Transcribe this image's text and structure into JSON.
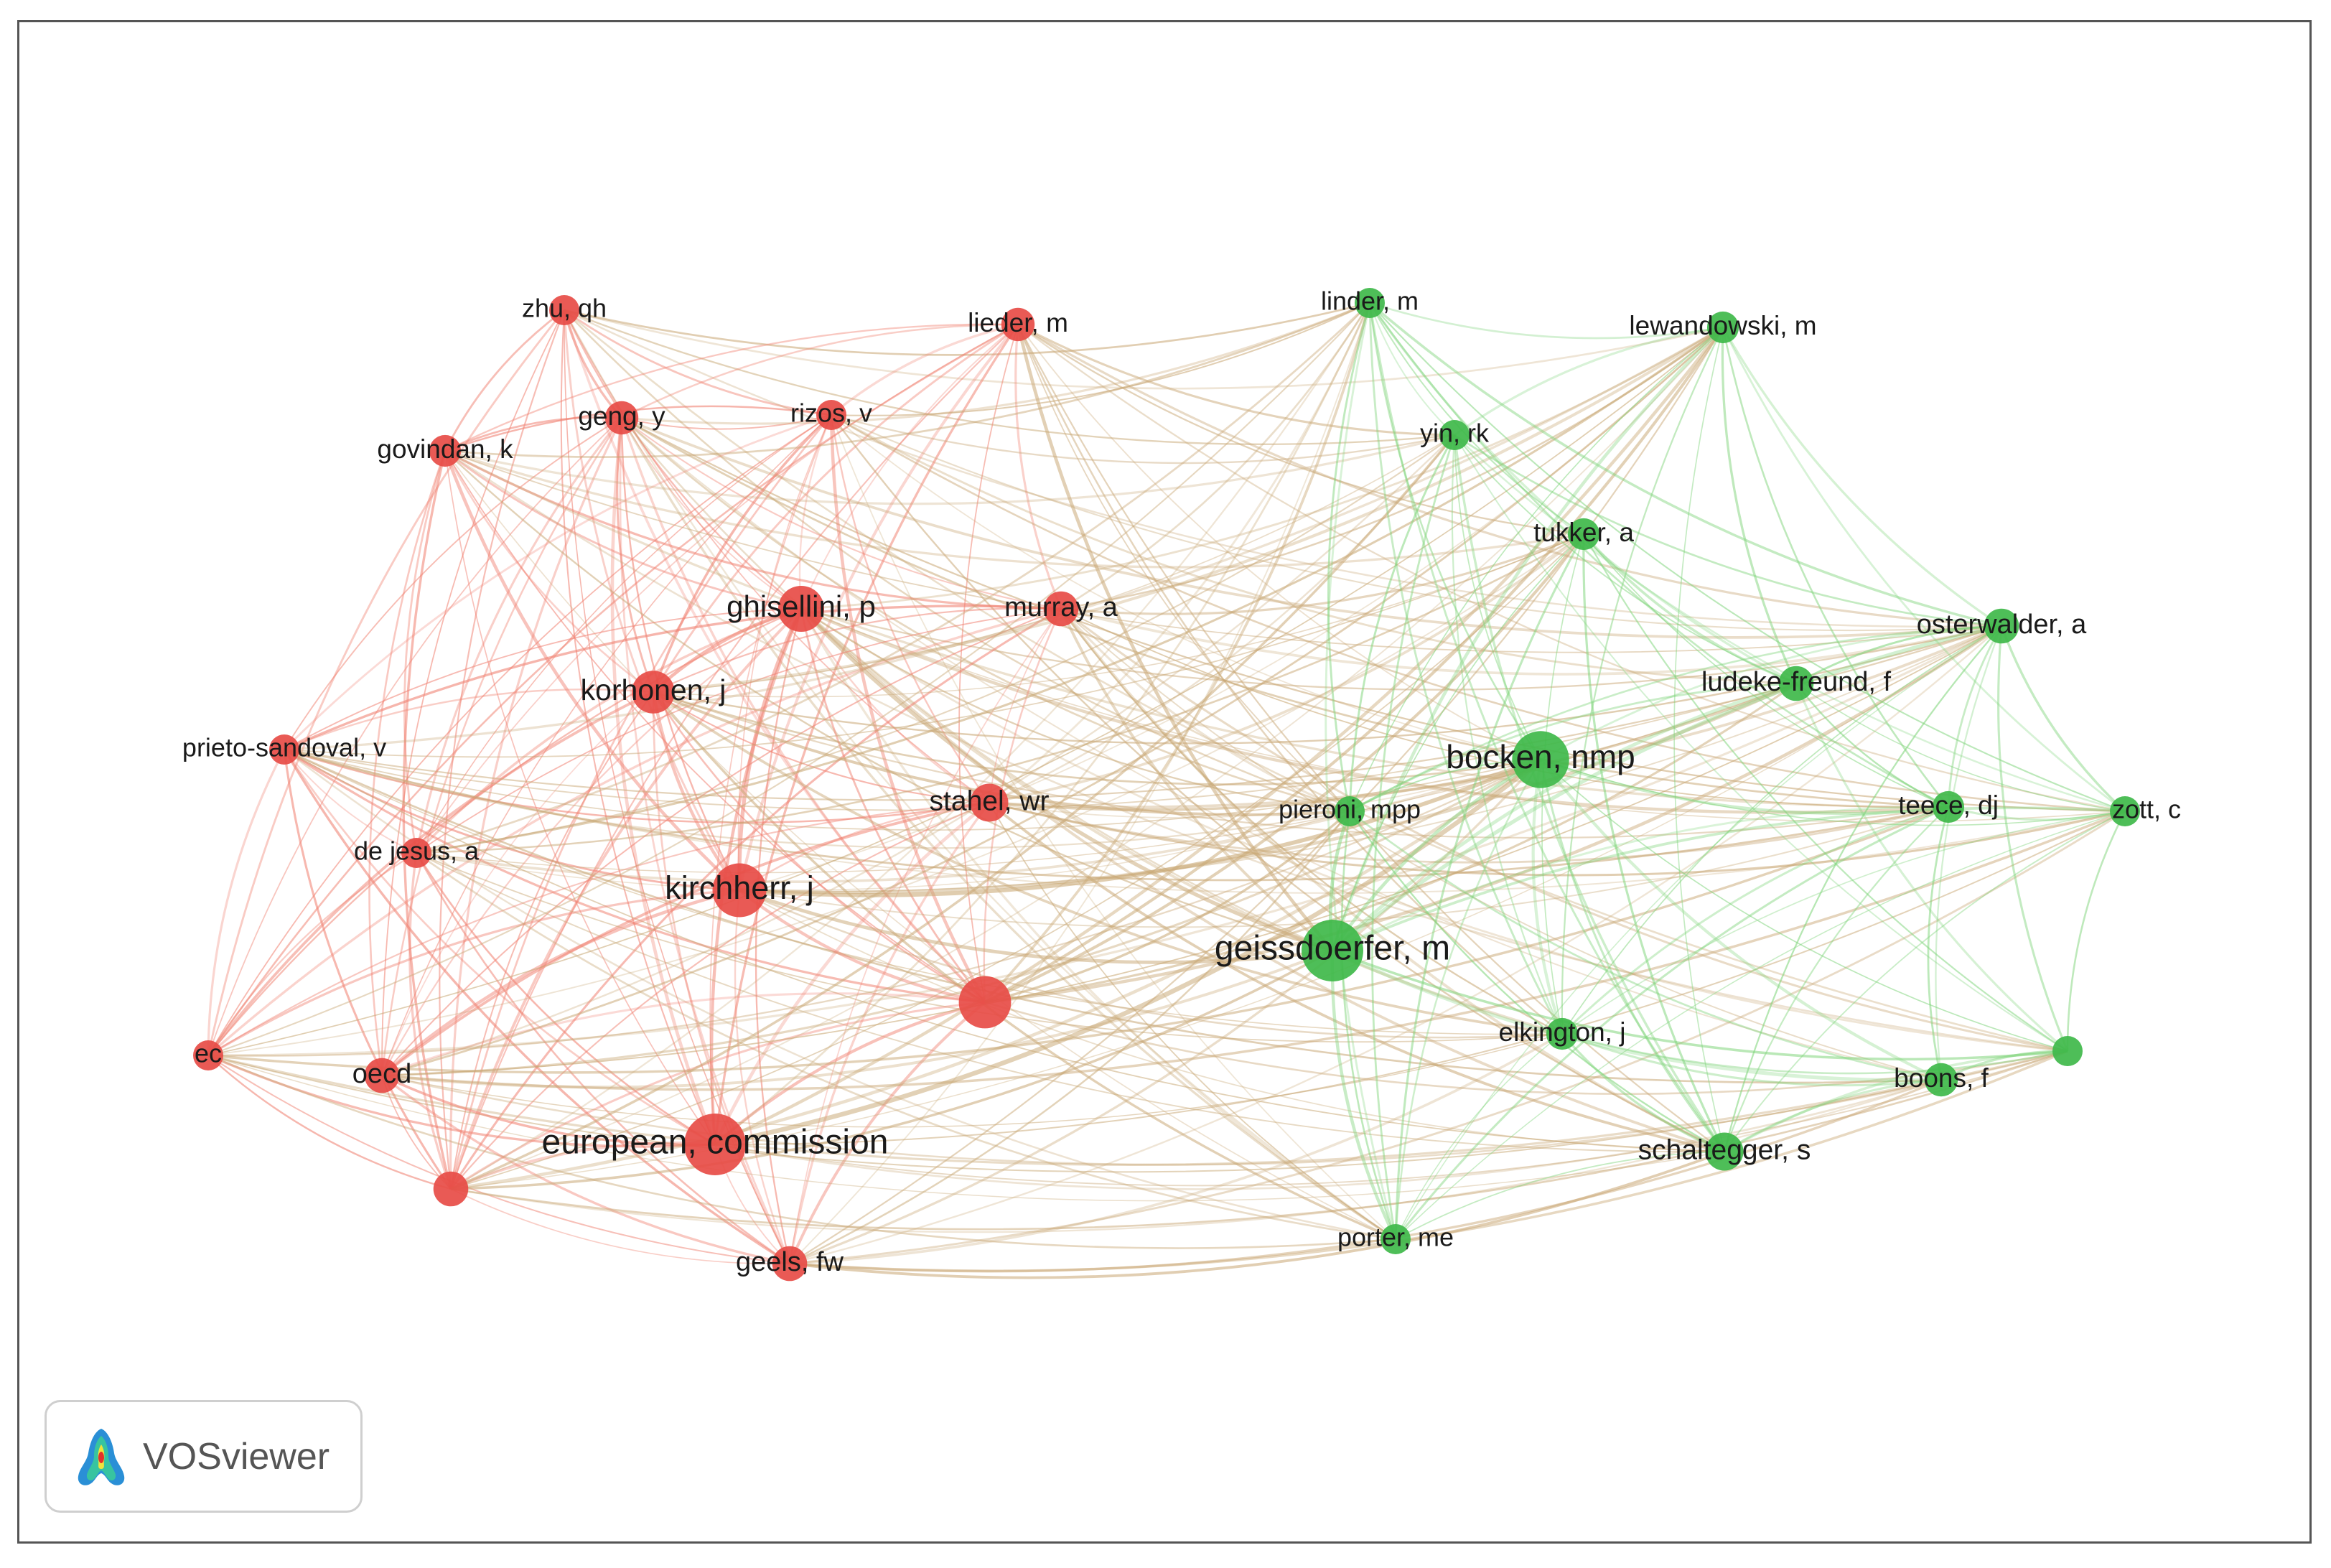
{
  "logo": {
    "text": "VOSviewer",
    "icon": "vosviewer-logo-icon"
  },
  "colors": {
    "cluster_red": "#e74c46",
    "cluster_green": "#3fb84a",
    "edge_red": "#f08070",
    "edge_green": "#7fd47a",
    "edge_mixed": "#c9a876"
  },
  "nodes": [
    {
      "id": "zhu",
      "label": "zhu, qh",
      "cluster": "red",
      "weight": 1
    },
    {
      "id": "lieder",
      "label": "lieder, m",
      "cluster": "red",
      "weight": 1.2
    },
    {
      "id": "geng",
      "label": "geng, y",
      "cluster": "red",
      "weight": 1.2
    },
    {
      "id": "rizos",
      "label": "rizos, v",
      "cluster": "red",
      "weight": 1
    },
    {
      "id": "govindan",
      "label": "govindan, k",
      "cluster": "red",
      "weight": 1.1
    },
    {
      "id": "ghisellini",
      "label": "ghisellini, p",
      "cluster": "red",
      "weight": 2
    },
    {
      "id": "murray",
      "label": "murray, a",
      "cluster": "red",
      "weight": 1.3
    },
    {
      "id": "korhonen",
      "label": "korhonen, j",
      "cluster": "red",
      "weight": 1.8
    },
    {
      "id": "prieto",
      "label": "prieto-sandoval, v",
      "cluster": "red",
      "weight": 1
    },
    {
      "id": "stahel",
      "label": "stahel, wr",
      "cluster": "red",
      "weight": 1.5
    },
    {
      "id": "dejesus",
      "label": "de jesus, a",
      "cluster": "red",
      "weight": 1
    },
    {
      "id": "kirchherr",
      "label": "kirchherr, j",
      "cluster": "red",
      "weight": 2.5
    },
    {
      "id": "unlabeled_red_1",
      "label": "",
      "cluster": "red",
      "weight": 2.4
    },
    {
      "id": "ec",
      "label": "ec",
      "cluster": "red",
      "weight": 1
    },
    {
      "id": "oecd",
      "label": "oecd",
      "cluster": "red",
      "weight": 1.3
    },
    {
      "id": "european",
      "label": "european, commission",
      "cluster": "red",
      "weight": 3
    },
    {
      "id": "unlabeled_red_2",
      "label": "",
      "cluster": "red",
      "weight": 1.3
    },
    {
      "id": "geels",
      "label": "geels, fw",
      "cluster": "red",
      "weight": 1.3
    },
    {
      "id": "linder",
      "label": "linder, m",
      "cluster": "green",
      "weight": 1
    },
    {
      "id": "lewandowski",
      "label": "lewandowski, m",
      "cluster": "green",
      "weight": 1.1
    },
    {
      "id": "yin",
      "label": "yin, rk",
      "cluster": "green",
      "weight": 1
    },
    {
      "id": "tukker",
      "label": "tukker, a",
      "cluster": "green",
      "weight": 1.1
    },
    {
      "id": "osterwalder",
      "label": "osterwalder, a",
      "cluster": "green",
      "weight": 1.3
    },
    {
      "id": "ludeke",
      "label": "ludeke-freund, f",
      "cluster": "green",
      "weight": 1.3
    },
    {
      "id": "bocken",
      "label": "bocken, nmp",
      "cluster": "green",
      "weight": 2.7
    },
    {
      "id": "pieroni",
      "label": "pieroni, mpp",
      "cluster": "green",
      "weight": 1
    },
    {
      "id": "teece",
      "label": "teece, dj",
      "cluster": "green",
      "weight": 1.1
    },
    {
      "id": "zott",
      "label": "zott, c",
      "cluster": "green",
      "weight": 1
    },
    {
      "id": "geissdoerfer",
      "label": "geissdoerfer, m",
      "cluster": "green",
      "weight": 3
    },
    {
      "id": "elkington",
      "label": "elkington, j",
      "cluster": "green",
      "weight": 1.1
    },
    {
      "id": "unlabeled_green_1",
      "label": "",
      "cluster": "green",
      "weight": 1
    },
    {
      "id": "boons",
      "label": "boons, f",
      "cluster": "green",
      "weight": 1.2
    },
    {
      "id": "schaltegger",
      "label": "schaltegger, s",
      "cluster": "green",
      "weight": 1.5
    },
    {
      "id": "porter",
      "label": "porter, me",
      "cluster": "green",
      "weight": 1
    }
  ]
}
